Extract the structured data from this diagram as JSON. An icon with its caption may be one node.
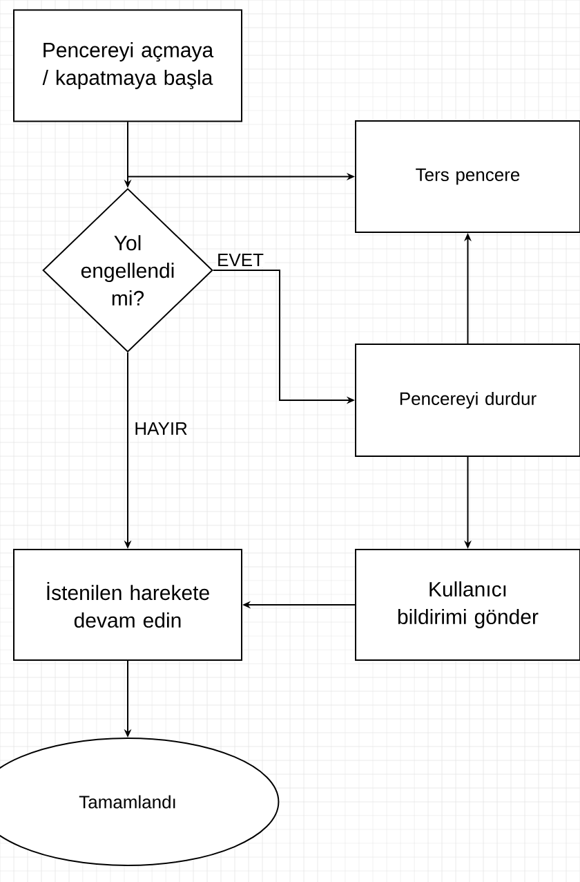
{
  "diagram": {
    "nodes": [
      {
        "text": [
          "Pencereyi açmaya / kapatmaya başla"
        ]
      },
      {
        "text": [
          "Ters pencere"
        ]
      },
      {
        "text": [
          "Yol engellendi mi?"
        ]
      },
      {
        "text": [
          "Pencereyi durdur"
        ]
      },
      {
        "text": [
          "İstenilen harekete devam edin"
        ]
      },
      {
        "text": [
          "Kullanıcı bildirimi gönder"
        ]
      },
      {
        "text": [
          "Tamamlandı"
        ]
      }
    ],
    "edges": [
      {
        "from": 0,
        "to": 2,
        "arrow": "to"
      },
      {
        "from": 0,
        "to": 1,
        "arrow": "to"
      },
      {
        "from": 2,
        "to": 3,
        "arrow": "to",
        "label": "EVET"
      },
      {
        "from": 2,
        "to": 4,
        "arrow": "to",
        "label": "HAYIR"
      },
      {
        "from": 3,
        "to": 1,
        "arrow": "to"
      },
      {
        "from": 3,
        "to": 5,
        "arrow": "to"
      },
      {
        "from": 5,
        "to": 4,
        "arrow": "to"
      },
      {
        "from": 4,
        "to": 6,
        "arrow": "to"
      }
    ]
  }
}
